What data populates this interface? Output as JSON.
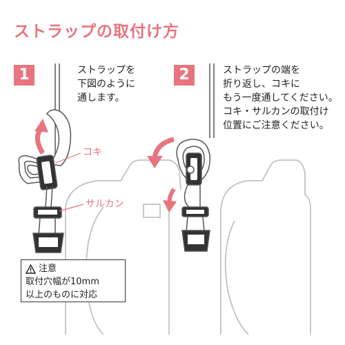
{
  "title": "ストラップの取付け方",
  "colors": {
    "accent": "#e8747f",
    "line": "#555555",
    "camera": "#bdbdbd"
  },
  "steps": [
    {
      "number": "1",
      "lines": [
        "ストラップを",
        "下図のように",
        "通します。"
      ]
    },
    {
      "number": "2",
      "lines": [
        "ストラップの端を",
        "折り返し、コキに",
        "もう一度通してください。",
        "コキ・サルカンの取付け",
        "位置にご注意ください。"
      ]
    }
  ],
  "labels": {
    "koki": "コキ",
    "sarukan": "サルカン"
  },
  "notice": {
    "icon": "warning-triangle-icon",
    "heading": "注意",
    "lines": [
      "取付穴幅が10mm",
      "以上のものに対応"
    ]
  }
}
